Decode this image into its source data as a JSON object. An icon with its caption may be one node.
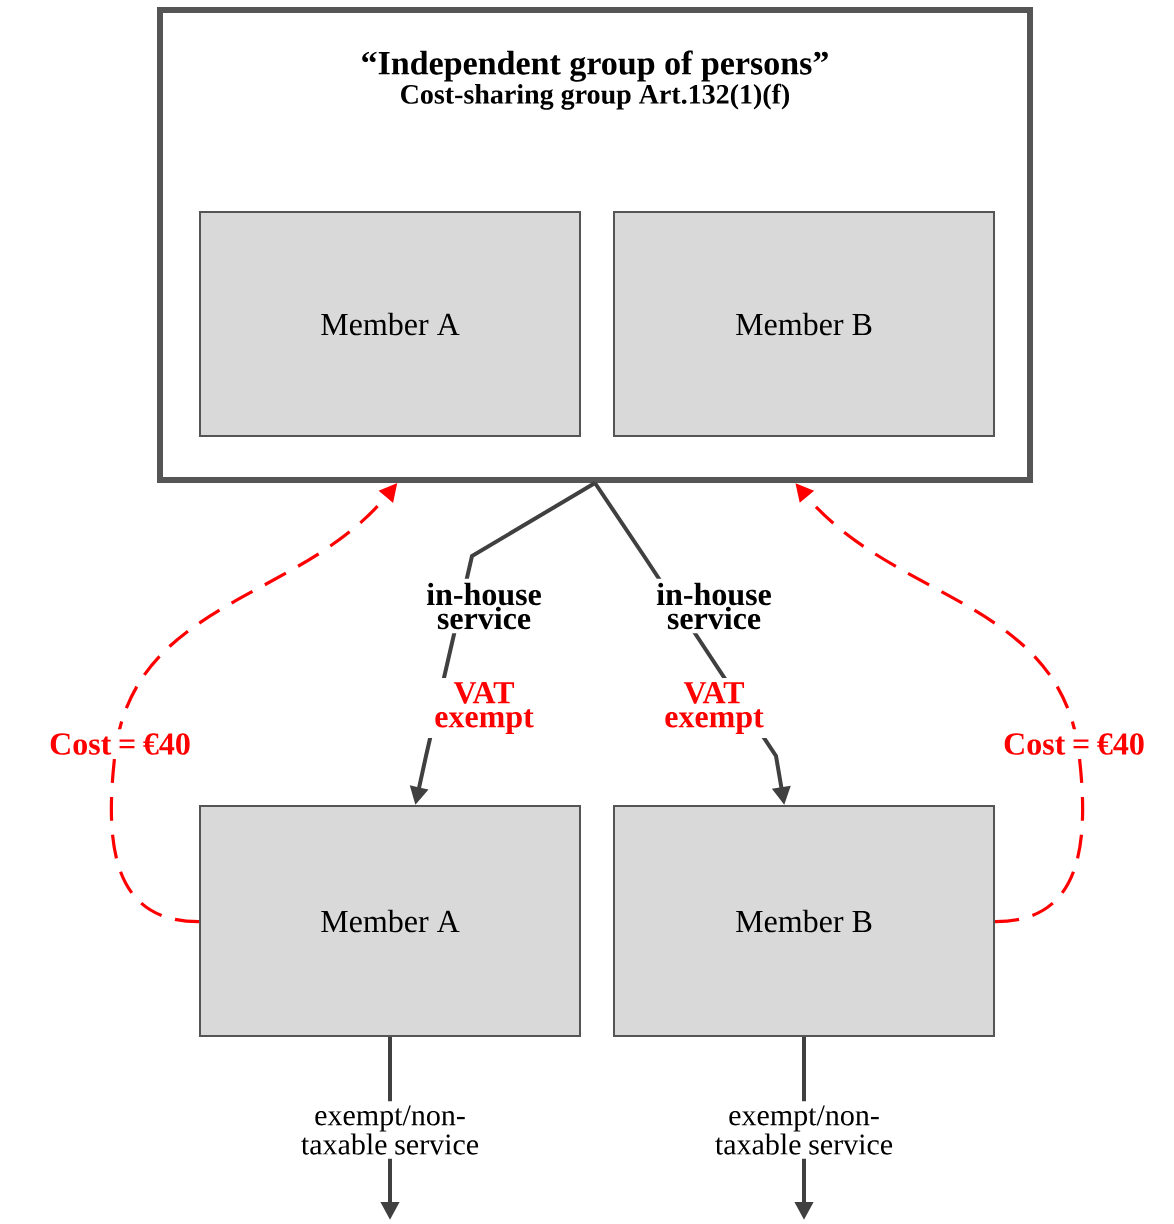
{
  "diagram": {
    "nodes": [
      {
        "text": [
          "“Independent group of persons”",
          "Cost-sharing group Art.132(1)(f)"
        ]
      },
      {
        "text": [
          "Member A"
        ],
        "in": 0
      },
      {
        "text": [
          "Member B"
        ],
        "in": 0
      },
      {
        "text": [
          "Member A"
        ]
      },
      {
        "text": [
          "Member B"
        ]
      }
    ],
    "edges": [
      {
        "from": 0,
        "to": 3,
        "arrow": "to",
        "label": "in-house service"
      },
      {
        "from": 0,
        "to": 4,
        "arrow": "to",
        "label": "in-house service"
      },
      {
        "from": 3,
        "to": 0,
        "arrow": "to",
        "label": "Cost = €40",
        "style": "dashed",
        "color": "#ff0000"
      },
      {
        "from": 4,
        "to": 0,
        "arrow": "to",
        "label": "Cost = €40",
        "style": "dashed",
        "color": "#ff0000"
      },
      {
        "from": 3,
        "to": null,
        "arrow": "to",
        "label": "exempt/non-taxable service"
      },
      {
        "from": 4,
        "to": null,
        "arrow": "to",
        "label": "exempt/non-taxable service"
      }
    ],
    "labels": [
      "VAT exempt",
      "VAT exempt"
    ]
  }
}
